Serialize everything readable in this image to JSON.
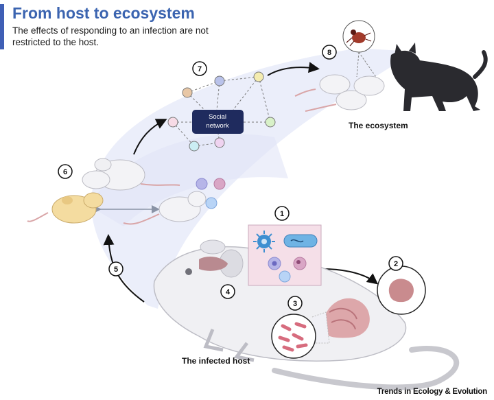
{
  "title": "From host to ecosystem",
  "subtitle": "The effects of responding to an infection are not restricted to the host.",
  "labels": {
    "ecosystem": "The ecosystem",
    "infected_host": "The infected host",
    "social_network_line1": "Social",
    "social_network_line2": "network"
  },
  "steps": [
    "1",
    "2",
    "3",
    "4",
    "5",
    "6",
    "7",
    "8"
  ],
  "footer": "Trends in Ecology & Evolution",
  "colors": {
    "title": "#3b64b0",
    "accent_bar": "#3f5fb5",
    "flow_band": "#e6e9f8",
    "social_node": "#1f2b5e",
    "infection_panel": "#f3dce6"
  }
}
